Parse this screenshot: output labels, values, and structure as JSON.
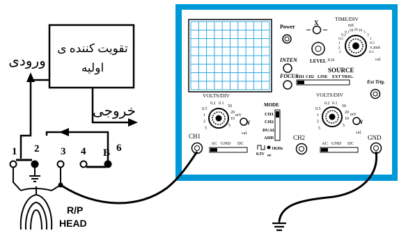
{
  "preamp": {
    "title_line1": "تقویت کننده ی",
    "title_line2": "اولیه",
    "input_label": "ورودی",
    "output_label": "خروجی"
  },
  "head": {
    "terminals": [
      "1",
      "2",
      "3",
      "4"
    ],
    "b_label": "B",
    "b_number": "6",
    "name_line1": "R/P",
    "name_line2": "HEAD"
  },
  "scope": {
    "power": "Power",
    "inten": "INTEN",
    "focus": "FOCUS",
    "level": "LEVEL",
    "x_pos": "X",
    "x_mag": "X10",
    "time_div": "TIME/DIV",
    "time_unit_top": "mS",
    "time_unit_right": "mS",
    "time_scale": [
      "5",
      "2",
      "1",
      "0.5",
      "0.2",
      "0.1",
      "50",
      "20",
      "10",
      "5",
      "2",
      "1",
      "0.5",
      "0.2",
      "0.1"
    ],
    "time_cal": "cal.",
    "source": "SOURCE",
    "source_options": [
      "CH1",
      "CH2",
      "LINE",
      "EXT TRIG."
    ],
    "ext_trig": "Ext Trig.",
    "volts_div_1": "VOLTS/DIV",
    "volts_div_2": "VOLTS/DIV",
    "volts_scale_left": [
      "0.2",
      "0.1",
      "0.5",
      "1",
      "2",
      "5"
    ],
    "volts_scale_right": [
      "50",
      "20",
      "10",
      "5"
    ],
    "volts_unit": "mV",
    "volts_cal": "cal.",
    "y_pos": "Y",
    "mode": "MODE",
    "mode_options": [
      "CH1",
      "CH2",
      "DUAL",
      "ADD"
    ],
    "ch1": "CH1",
    "ch2": "CH2",
    "gnd": "GND",
    "coupling": [
      "AC",
      "GND",
      "DC"
    ],
    "cal_freq": "1KHz",
    "cal_volt": "0.5V",
    "cal_pp": "PP"
  },
  "colors": {
    "frame": "#0099d8",
    "grid": "#2ca7e0",
    "panel": "#ffffff"
  }
}
